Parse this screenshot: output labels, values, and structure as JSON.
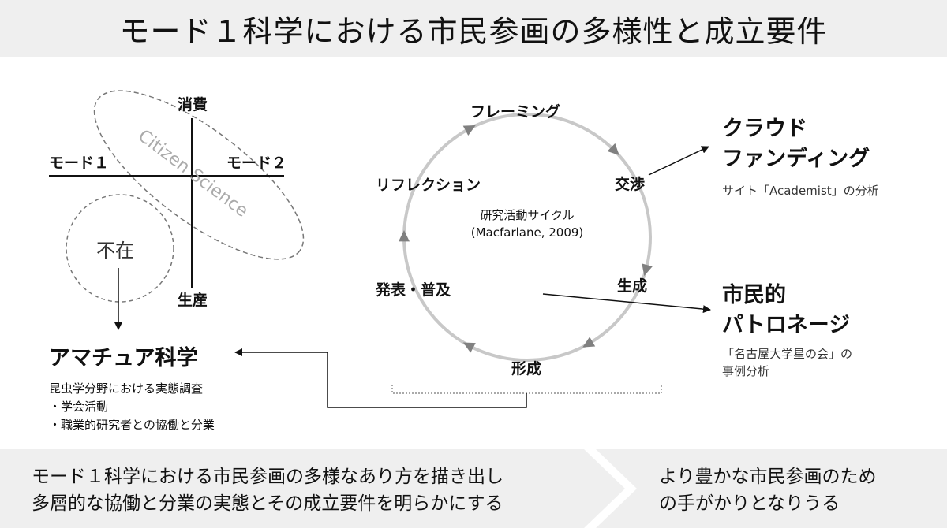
{
  "title": "モード１科学における市民参画の多様性と成立要件",
  "quadrant": {
    "top": "消費",
    "bottom": "生産",
    "left": "モード１",
    "right": "モード２",
    "ellipse_label": "Citizen Science",
    "absent_label": "不在"
  },
  "cycle": {
    "center_title": "研究活動サイクル",
    "center_citation": "(Macfarlane, 2009)",
    "stages": [
      "フレーミング",
      "交渉",
      "生成",
      "形成",
      "発表・普及",
      "リフレクション"
    ]
  },
  "outputs": {
    "crowdfunding": {
      "title_lines": [
        "クラウド",
        "ファンディング"
      ],
      "note": "サイト「Academist」の分析"
    },
    "patronage": {
      "title_lines": [
        "市民的",
        "パトロネージ"
      ],
      "note_lines": [
        "「名古屋大学星の会」の",
        "事例分析"
      ]
    }
  },
  "amateur": {
    "title": "アマチュア科学",
    "lines": [
      "昆虫学分野における実態調査",
      "・学会活動",
      "・職業的研究者との協働と分業"
    ]
  },
  "bottom": {
    "left_lines": [
      "モード１科学における市民参画の多様なあり方を描き出し",
      "多層的な協働と分業の実態とその成立要件を明らかにする"
    ],
    "right_lines": [
      "より豊かな市民参画のため",
      "の手がかりとなりうる"
    ]
  },
  "colors": {
    "title_band": "#efefef",
    "bottom_band": "#efefef",
    "cycle_ring": "#c8c8c8",
    "cycle_arrow": "#808080",
    "dashed": "#777777"
  }
}
